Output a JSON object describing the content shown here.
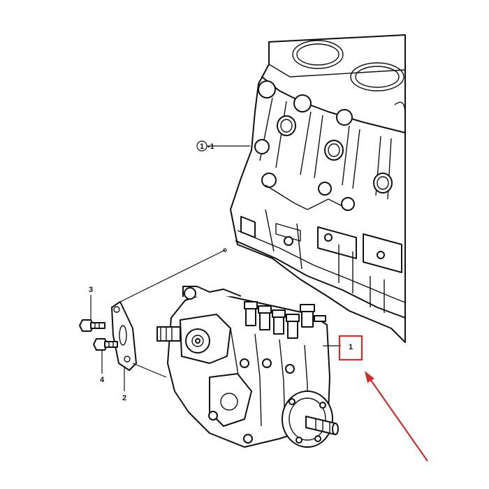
{
  "callouts": {
    "block_ref": "1",
    "block_ref_suffix": "-1",
    "pump": "1",
    "gasket": "2",
    "bolt_upper": "3",
    "bolt_lower": "4"
  },
  "colors": {
    "line": "#111111",
    "highlight": "#d42a2a",
    "arrow": "#d42a2a"
  }
}
